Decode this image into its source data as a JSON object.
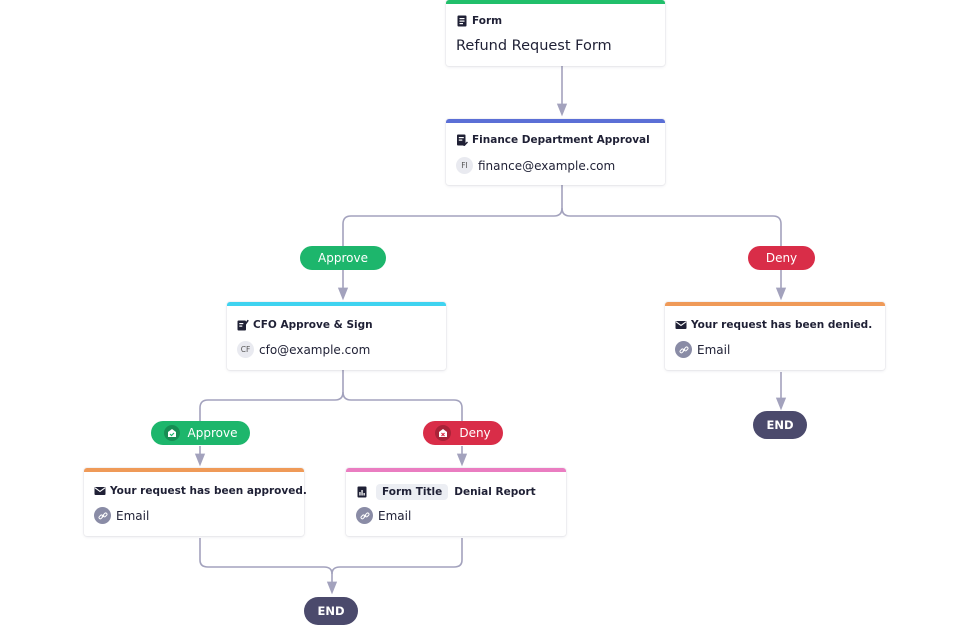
{
  "nodes": {
    "form": {
      "type_label": "Form",
      "title": "Refund Request Form",
      "bar_color": "#21bf6b"
    },
    "finance": {
      "title": "Finance Department Approval",
      "avatar": "FI",
      "email": "finance@example.com",
      "bar_color": "#5b6fd6"
    },
    "cfo": {
      "title": "CFO Approve & Sign",
      "avatar": "CF",
      "email": "cfo@example.com",
      "bar_color": "#3fd3f0"
    },
    "denied_email": {
      "title": "Your request has been denied.",
      "channel": "Email",
      "bar_color": "#ef9a58"
    },
    "approved_email": {
      "title": "Your request has been approved.",
      "channel": "Email",
      "bar_color": "#ef9a58"
    },
    "denial_report": {
      "tag": "Form Title",
      "title": "Denial Report",
      "channel": "Email",
      "bar_color": "#ea7dc1"
    }
  },
  "branches": {
    "approve_1": "Approve",
    "deny_1": "Deny",
    "approve_2": "Approve",
    "deny_2": "Deny"
  },
  "end_label_right": "END",
  "end_label_bottom": "END",
  "colors": {
    "approve": "#1db66c",
    "deny": "#d92d48",
    "end": "#4b4a6c",
    "connector": "#a3a2bd"
  }
}
